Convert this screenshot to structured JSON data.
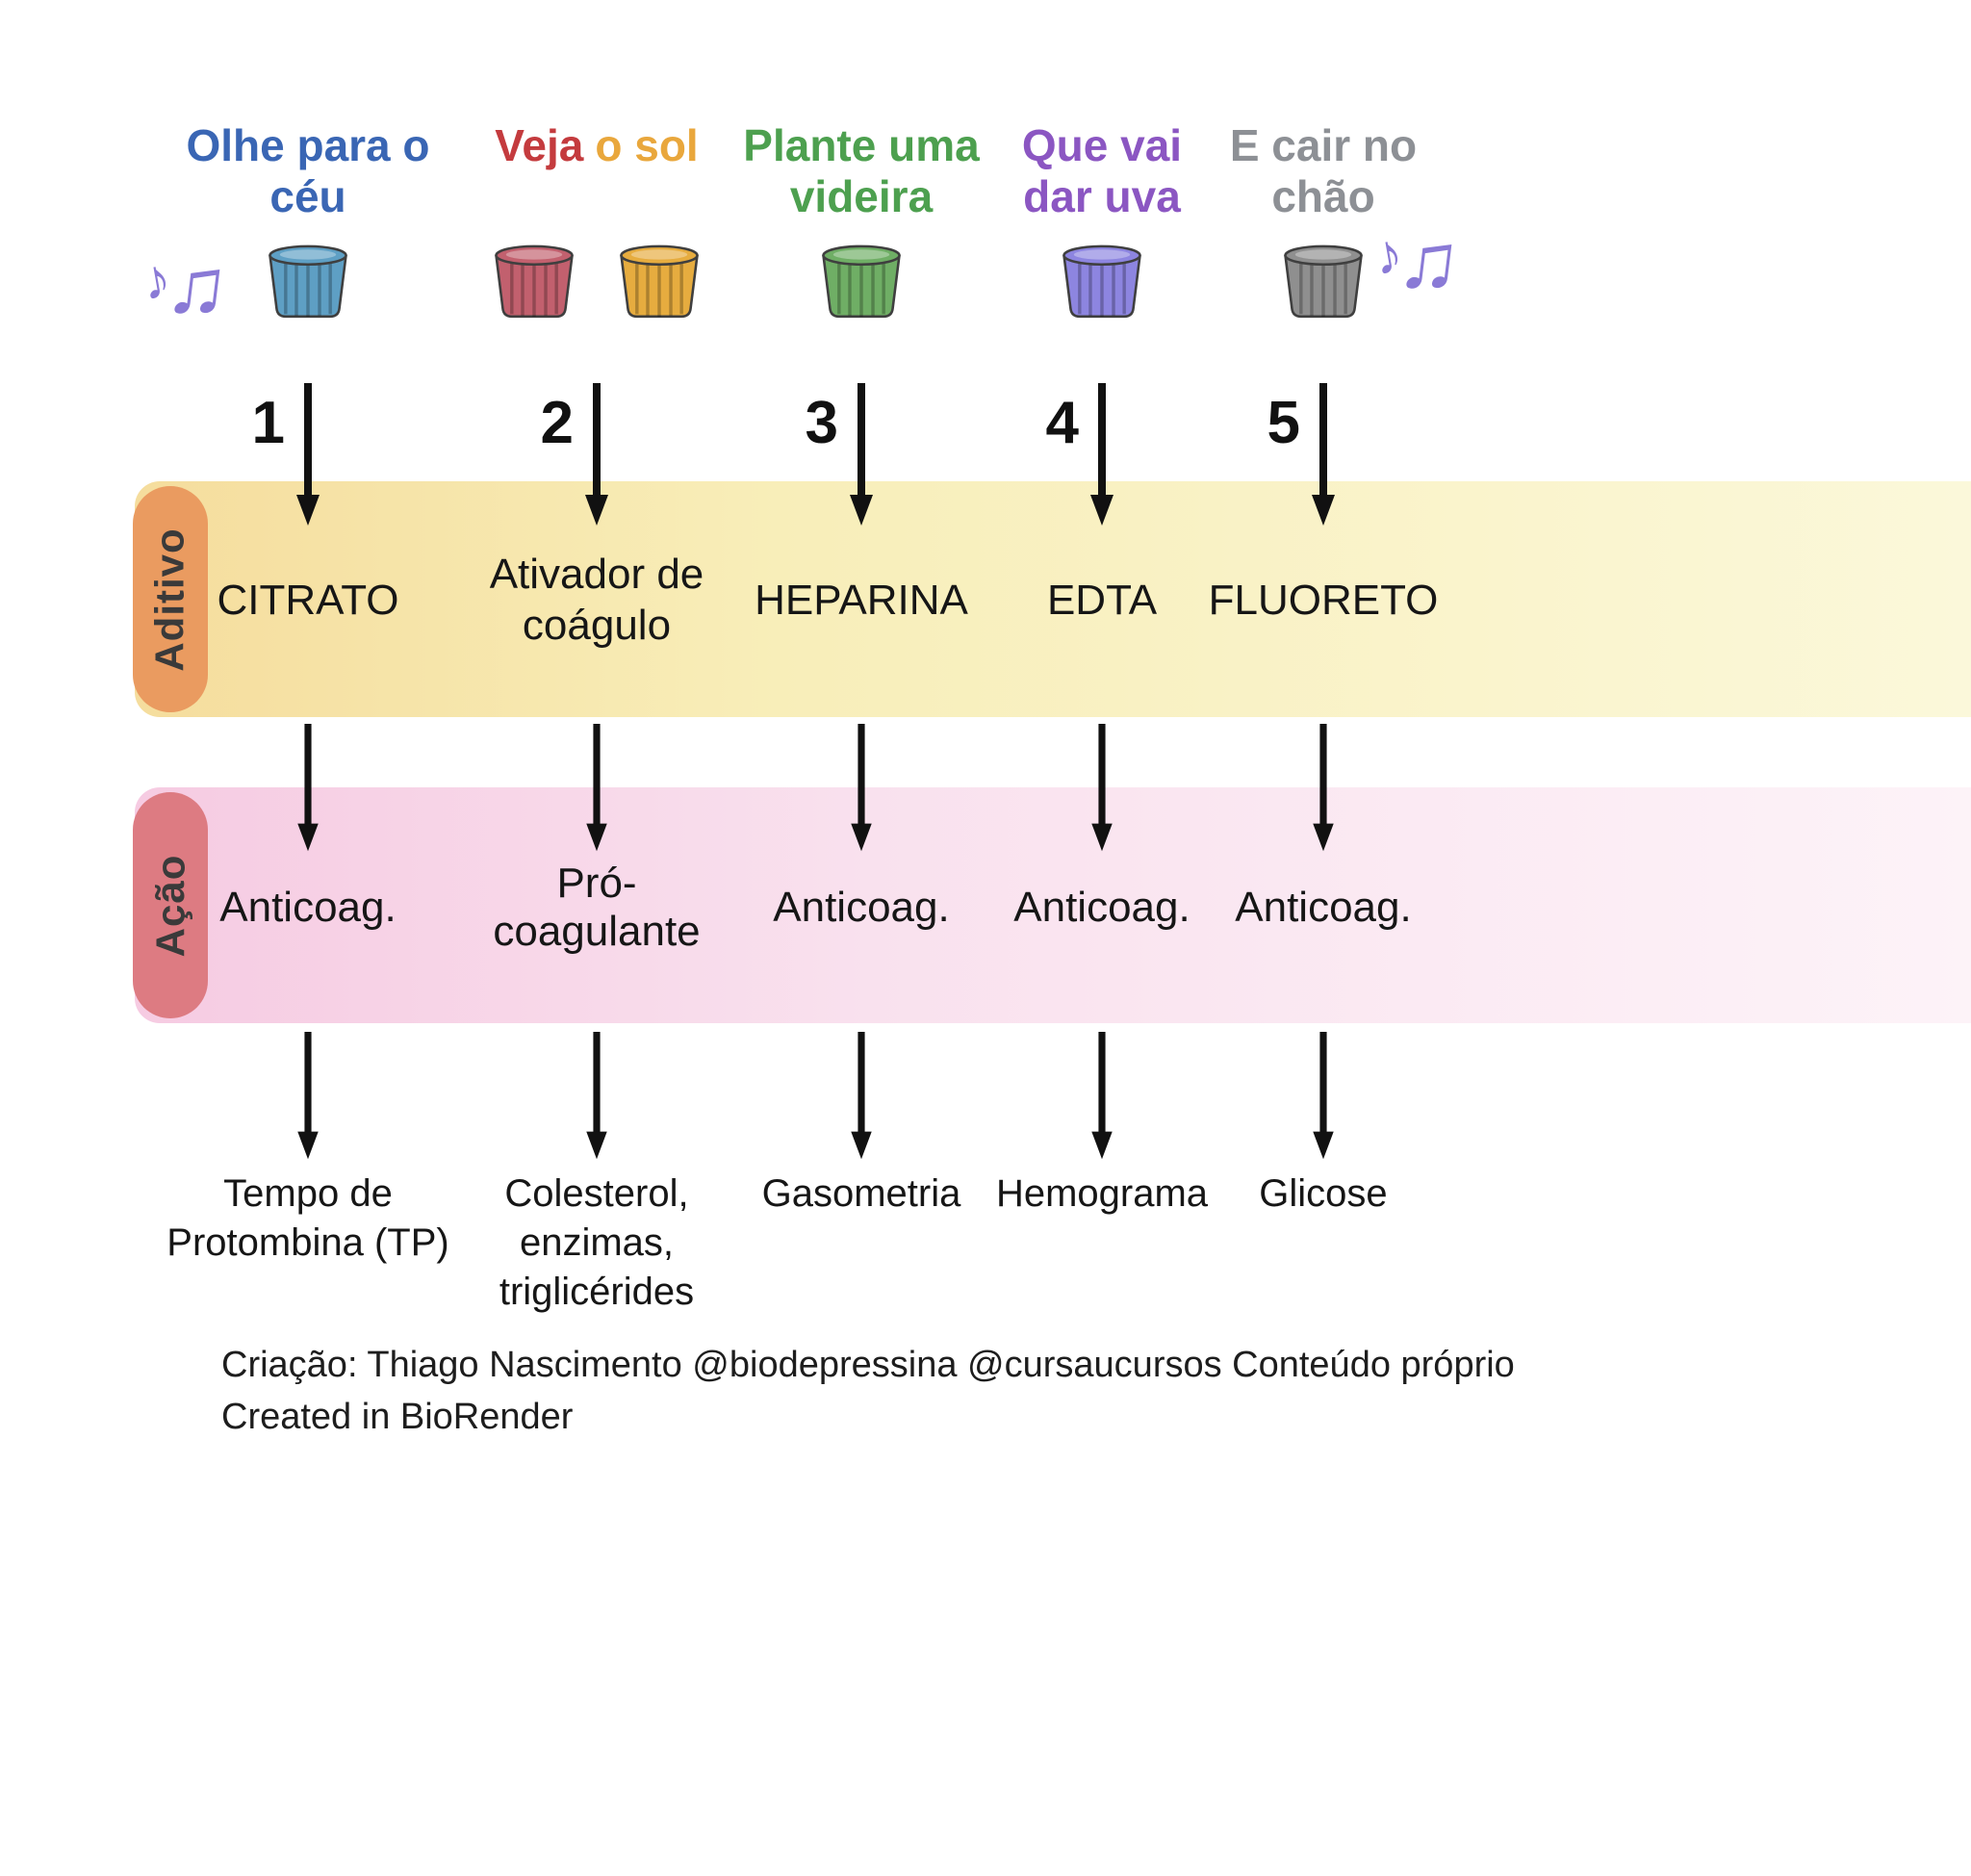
{
  "bands": {
    "additive": {
      "label": "Aditivo",
      "pill_color": "#ea9b60",
      "bg_start": "#f5dd9d",
      "bg_end": "#fbf8da"
    },
    "action": {
      "label": "Ação",
      "pill_color": "#dd7b82",
      "bg_start": "#f6cbe2",
      "bg_end": "#fdf3f8"
    }
  },
  "icons": {
    "music_note_single": "♪",
    "music_note_beamed": "♫",
    "note_color": "#8a7ad6"
  },
  "columns": [
    {
      "number": "1",
      "phrase": [
        {
          "text": "Olhe para o céu",
          "color": "#3a66b4"
        }
      ],
      "caps": [
        "#5e9fc4"
      ],
      "additive": "CITRATO",
      "action": "Anticoag.",
      "test": "Tempo de Protombina (TP)"
    },
    {
      "number": "2",
      "phrase": [
        {
          "text": "Veja",
          "color": "#c43b3e"
        },
        {
          "text": "o sol",
          "color": "#e9a73c"
        }
      ],
      "caps": [
        "#c2606e",
        "#e6ac3f"
      ],
      "additive": "Ativador de coágulo",
      "action": "Pró-coagulante",
      "test": "Colesterol, enzimas, triglicérides"
    },
    {
      "number": "3",
      "phrase": [
        {
          "text": "Plante uma videira",
          "color": "#4da04f"
        }
      ],
      "caps": [
        "#6fae65"
      ],
      "additive": "HEPARINA",
      "action": "Anticoag.",
      "test": "Gasometria"
    },
    {
      "number": "4",
      "phrase": [
        {
          "text": "Que vai dar uva",
          "color": "#8b56c2"
        }
      ],
      "caps": [
        "#8d85e0"
      ],
      "additive": "EDTA",
      "action": "Anticoag.",
      "test": "Hemograma"
    },
    {
      "number": "5",
      "phrase": [
        {
          "text": "E cair no chão",
          "color": "#8d9095"
        }
      ],
      "caps": [
        "#8f8f8f"
      ],
      "additive": "FLUORETO",
      "action": "Anticoag.",
      "test": "Glicose"
    }
  ],
  "footer": {
    "line1": "Criação: Thiago Nascimento @biodepressina @cursaucursos Conteúdo próprio",
    "line2": "Created in BioRender"
  }
}
